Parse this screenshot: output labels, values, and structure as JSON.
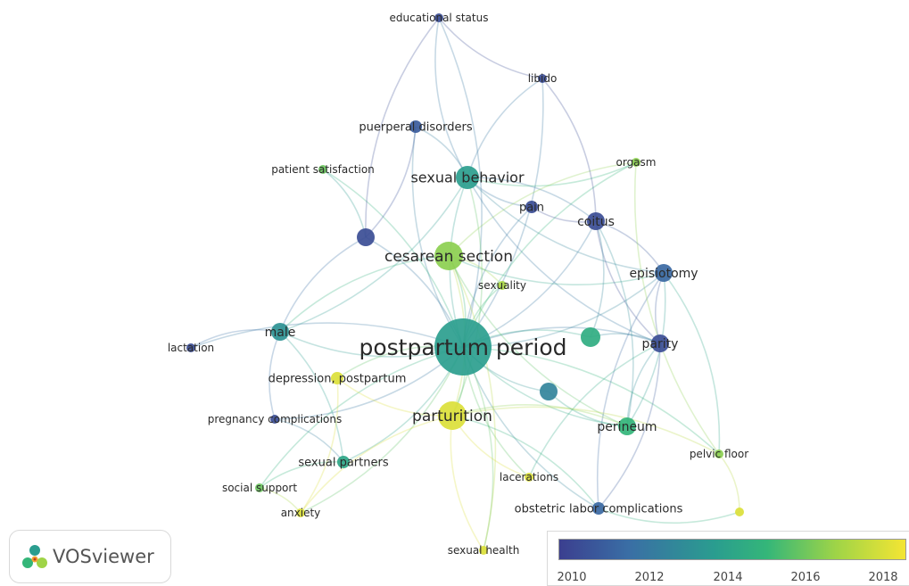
{
  "nodes": [
    {
      "id": "educational-status",
      "label": "educational status",
      "year": 2010.5,
      "weight": 1
    },
    {
      "id": "libido",
      "label": "libido",
      "year": 2010.5,
      "weight": 1
    },
    {
      "id": "puerperal-disorders",
      "label": "puerperal disorders",
      "year": 2011,
      "weight": 2
    },
    {
      "id": "patient-satisfaction",
      "label": "patient satisfaction",
      "year": 2016,
      "weight": 1
    },
    {
      "id": "sexual-behavior",
      "label": "sexual behavior",
      "year": 2013.5,
      "weight": 5
    },
    {
      "id": "orgasm",
      "label": "orgasm",
      "year": 2016.5,
      "weight": 1
    },
    {
      "id": "pain",
      "label": "pain",
      "year": 2010.5,
      "weight": 2
    },
    {
      "id": "coitus",
      "label": "coitus",
      "year": 2010.5,
      "weight": 3
    },
    {
      "id": "unlabeled-left",
      "label": "",
      "year": 2010.5,
      "weight": 3
    },
    {
      "id": "cesarean-section",
      "label": "cesarean section",
      "year": 2016.5,
      "weight": 6
    },
    {
      "id": "episiotomy",
      "label": "episiotomy",
      "year": 2011.5,
      "weight": 3
    },
    {
      "id": "sexuality",
      "label": "sexuality",
      "year": 2017,
      "weight": 1
    },
    {
      "id": "male",
      "label": "male",
      "year": 2013,
      "weight": 3
    },
    {
      "id": "lactation",
      "label": "lactation",
      "year": 2010.5,
      "weight": 1
    },
    {
      "id": "postpartum-period",
      "label": "postpartum period",
      "year": 2013.5,
      "weight": 12
    },
    {
      "id": "unlabeled-right",
      "label": "",
      "year": 2014.5,
      "weight": 4
    },
    {
      "id": "parity",
      "label": "parity",
      "year": 2010.5,
      "weight": 3
    },
    {
      "id": "depression-postpartum",
      "label": "depression, postpartum",
      "year": 2018,
      "weight": 2
    },
    {
      "id": "unlabeled-center",
      "label": "",
      "year": 2012.5,
      "weight": 3
    },
    {
      "id": "parturition",
      "label": "parturition",
      "year": 2018,
      "weight": 6
    },
    {
      "id": "pregnancy-complications",
      "label": "pregnancy complications",
      "year": 2010.5,
      "weight": 1
    },
    {
      "id": "perineum",
      "label": "perineum",
      "year": 2015,
      "weight": 3
    },
    {
      "id": "pelvic-floor",
      "label": "pelvic floor",
      "year": 2016.5,
      "weight": 1
    },
    {
      "id": "sexual-partners",
      "label": "sexual partners",
      "year": 2014,
      "weight": 2
    },
    {
      "id": "lacerations",
      "label": "lacerations",
      "year": 2018,
      "weight": 1
    },
    {
      "id": "social-support",
      "label": "social support",
      "year": 2016,
      "weight": 1
    },
    {
      "id": "anxiety",
      "label": "anxiety",
      "year": 2018,
      "weight": 1
    },
    {
      "id": "obstetric-labor-complications",
      "label": "obstetric labor complications",
      "year": 2011.5,
      "weight": 2
    },
    {
      "id": "unlabeled-bottom-right",
      "label": "",
      "year": 2018,
      "weight": 1
    },
    {
      "id": "sexual-health",
      "label": "sexual health",
      "year": 2018,
      "weight": 1
    }
  ],
  "links": [
    [
      "postpartum-period",
      "sexual-behavior"
    ],
    [
      "postpartum-period",
      "cesarean-section"
    ],
    [
      "postpartum-period",
      "parturition"
    ],
    [
      "postpartum-period",
      "episiotomy"
    ],
    [
      "postpartum-period",
      "parity"
    ],
    [
      "postpartum-period",
      "coitus"
    ],
    [
      "postpartum-period",
      "male"
    ],
    [
      "postpartum-period",
      "perineum"
    ],
    [
      "postpartum-period",
      "sexual-partners"
    ],
    [
      "postpartum-period",
      "depression-postpartum"
    ],
    [
      "postpartum-period",
      "pain"
    ],
    [
      "postpartum-period",
      "libido"
    ],
    [
      "postpartum-period",
      "puerperal-disorders"
    ],
    [
      "postpartum-period",
      "educational-status"
    ],
    [
      "postpartum-period",
      "orgasm"
    ],
    [
      "postpartum-period",
      "lactation"
    ],
    [
      "postpartum-period",
      "pregnancy-complications"
    ],
    [
      "postpartum-period",
      "obstetric-labor-complications"
    ],
    [
      "postpartum-period",
      "sexual-health"
    ],
    [
      "postpartum-period",
      "lacerations"
    ],
    [
      "postpartum-period",
      "pelvic-floor"
    ],
    [
      "postpartum-period",
      "social-support"
    ],
    [
      "postpartum-period",
      "anxiety"
    ],
    [
      "postpartum-period",
      "unlabeled-left"
    ],
    [
      "postpartum-period",
      "unlabeled-right"
    ],
    [
      "postpartum-period",
      "unlabeled-center"
    ],
    [
      "postpartum-period",
      "sexuality"
    ],
    [
      "postpartum-period",
      "patient-satisfaction"
    ],
    [
      "sexual-behavior",
      "coitus"
    ],
    [
      "sexual-behavior",
      "pain"
    ],
    [
      "sexual-behavior",
      "libido"
    ],
    [
      "sexual-behavior",
      "parity"
    ],
    [
      "sexual-behavior",
      "male"
    ],
    [
      "sexual-behavior",
      "episiotomy"
    ],
    [
      "sexual-behavior",
      "parturition"
    ],
    [
      "sexual-behavior",
      "orgasm"
    ],
    [
      "sexual-behavior",
      "educational-status"
    ],
    [
      "sexual-behavior",
      "puerperal-disorders"
    ],
    [
      "cesarean-section",
      "parturition"
    ],
    [
      "cesarean-section",
      "episiotomy"
    ],
    [
      "cesarean-section",
      "sexual-health"
    ],
    [
      "cesarean-section",
      "perineum"
    ],
    [
      "cesarean-section",
      "orgasm"
    ],
    [
      "cesarean-section",
      "male"
    ],
    [
      "coitus",
      "episiotomy"
    ],
    [
      "coitus",
      "parity"
    ],
    [
      "coitus",
      "pain"
    ],
    [
      "coitus",
      "libido"
    ],
    [
      "coitus",
      "perineum"
    ],
    [
      "episiotomy",
      "parity"
    ],
    [
      "episiotomy",
      "perineum"
    ],
    [
      "episiotomy",
      "obstetric-labor-complications"
    ],
    [
      "episiotomy",
      "pelvic-floor"
    ],
    [
      "parity",
      "perineum"
    ],
    [
      "parity",
      "obstetric-labor-complications"
    ],
    [
      "parity",
      "lacerations"
    ],
    [
      "parturition",
      "perineum"
    ],
    [
      "parturition",
      "lacerations"
    ],
    [
      "parturition",
      "depression-postpartum"
    ],
    [
      "parturition",
      "sexual-health"
    ],
    [
      "parturition",
      "obstetric-labor-complications"
    ],
    [
      "parturition",
      "anxiety"
    ],
    [
      "parturition",
      "pelvic-floor"
    ],
    [
      "male",
      "lactation"
    ],
    [
      "male",
      "sexual-partners"
    ],
    [
      "male",
      "pregnancy-complications"
    ],
    [
      "male",
      "unlabeled-left"
    ],
    [
      "unlabeled-left",
      "puerperal-disorders"
    ],
    [
      "unlabeled-left",
      "educational-status"
    ],
    [
      "unlabeled-left",
      "patient-satisfaction"
    ],
    [
      "pregnancy-complications",
      "sexual-partners"
    ],
    [
      "sexual-partners",
      "social-support"
    ],
    [
      "social-support",
      "anxiety"
    ],
    [
      "obstetric-labor-complications",
      "unlabeled-bottom-right"
    ],
    [
      "pelvic-floor",
      "unlabeled-bottom-right"
    ],
    [
      "orgasm",
      "pelvic-floor"
    ],
    [
      "libido",
      "educational-status"
    ],
    [
      "unlabeled-center",
      "perineum"
    ],
    [
      "unlabeled-right",
      "parity"
    ],
    [
      "unlabeled-right",
      "coitus"
    ],
    [
      "depression-postpartum",
      "anxiety"
    ],
    [
      "sexuality",
      "cesarean-section"
    ]
  ],
  "legend": {
    "ticks": [
      "2010",
      "2012",
      "2014",
      "2016",
      "2018"
    ],
    "min_year": 2010,
    "max_year": 2018.5
  },
  "logo": {
    "text": "VOSviewer"
  },
  "colors": {
    "scale": [
      "#3b3f8f",
      "#3a6ea5",
      "#2a9d8f",
      "#34b679",
      "#9fd447",
      "#f4e533"
    ]
  }
}
